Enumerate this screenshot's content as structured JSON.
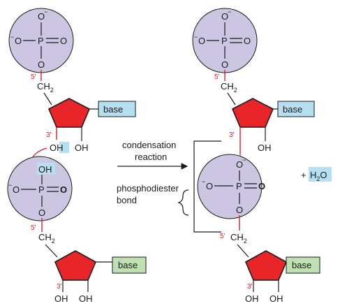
{
  "atoms": {
    "o": "O",
    "p": "P",
    "oh": "OH",
    "ch": "CH",
    "sub2": "2",
    "minus": "−"
  },
  "primes": {
    "five": "5'",
    "three": "3'"
  },
  "base_label": "base",
  "reaction": {
    "line1": "condensation",
    "line2": "reaction"
  },
  "bond_label": {
    "line1": "phosphodiester",
    "line2": "bond"
  },
  "water": {
    "plus": "+",
    "h": "H",
    "sub2": "2",
    "o": "O"
  },
  "colors": {
    "phosphate_fill": "#cdc6e2",
    "sugar_fill": "#e8262a",
    "base_blue": "#b6dff2",
    "base_green": "#bfe0b0",
    "bond_red": "#d4232a",
    "arrow_red": "#d4232a",
    "oh_highlight": "#b6dff2"
  }
}
